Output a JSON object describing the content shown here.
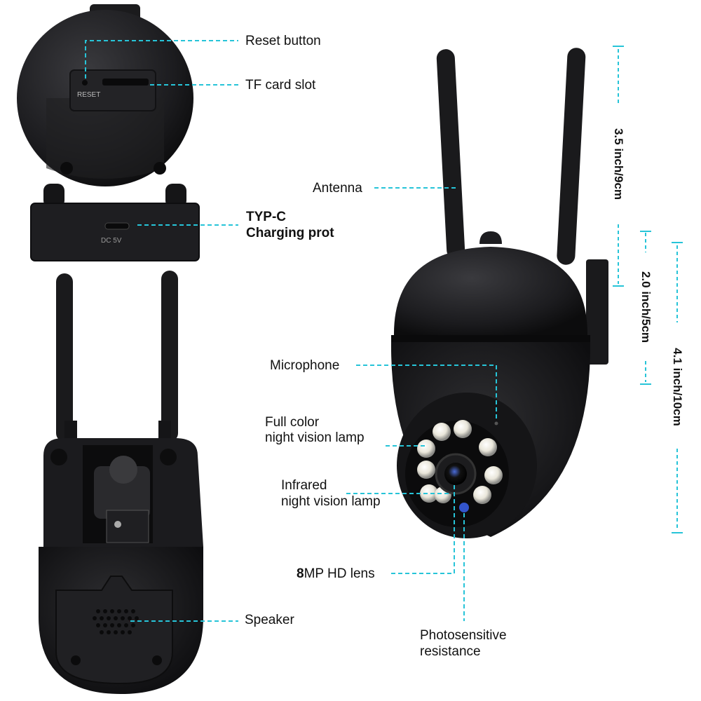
{
  "labels": {
    "reset_button": "Reset button",
    "tf_card_slot": "TF card slot",
    "typc_line1": "TYP-C",
    "typc_line2": "Charging prot",
    "antenna": "Antenna",
    "microphone": "Microphone",
    "full_color_line1": "Full color",
    "full_color_line2": "night vision lamp",
    "infrared_line1": "Infrared",
    "infrared_line2": "night vision lamp",
    "lens_prefix": "8",
    "lens_rest": "MP HD lens",
    "speaker": "Speaker",
    "photo_line1": "Photosensitive",
    "photo_line2": "resistance"
  },
  "device_markings": {
    "reset": "RESET",
    "dc": "DC 5V"
  },
  "dimensions": {
    "antenna_height": "3.5 inch/9cm",
    "dome_height": "2.0 inch/5cm",
    "body_height": "4.1 inch/10cm"
  },
  "colors": {
    "leader_line": "#27c4d8",
    "body": "#1a1a1c",
    "body_light": "#2a2a2d"
  }
}
